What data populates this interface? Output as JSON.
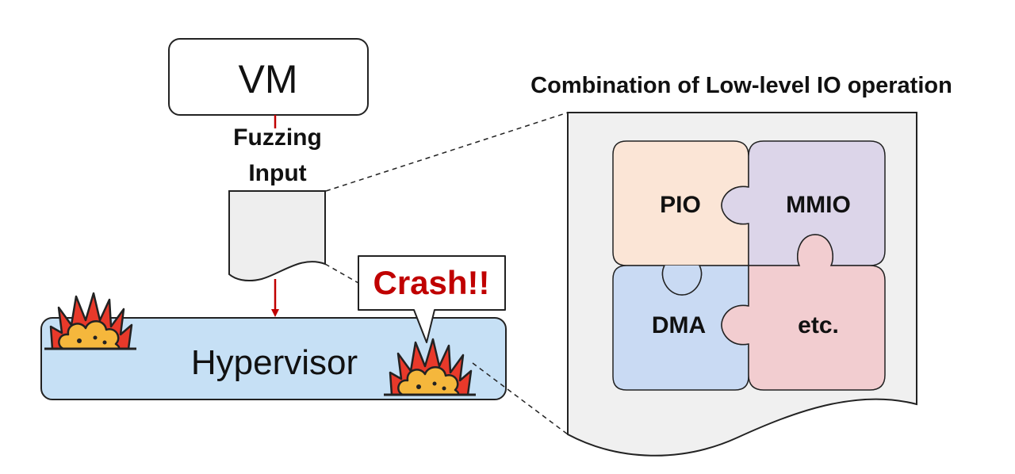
{
  "vm": {
    "label": "VM"
  },
  "input": {
    "label_line1": "Fuzzing",
    "label_line2": "Input"
  },
  "hypervisor": {
    "label": "Hypervisor"
  },
  "crash": {
    "label": "Crash!!"
  },
  "panel": {
    "title": "Combination of Low-level IO operation"
  },
  "puzzle": [
    {
      "label": "PIO",
      "color": "#fbe5d6"
    },
    {
      "label": "MMIO",
      "color": "#dcd5e9"
    },
    {
      "label": "DMA",
      "color": "#c9daf3"
    },
    {
      "label": "etc.",
      "color": "#f2cdd0"
    }
  ],
  "colors": {
    "arrow": "#c00000",
    "hypervisor_fill": "#c6e0f5",
    "panel_fill": "#f0f0f0",
    "document_fill": "#eeeeee",
    "crash_text": "#c00000",
    "explosion_outer": "#e8392a",
    "explosion_inner": "#f5b73c"
  },
  "icons": [
    "explosion-icon"
  ]
}
